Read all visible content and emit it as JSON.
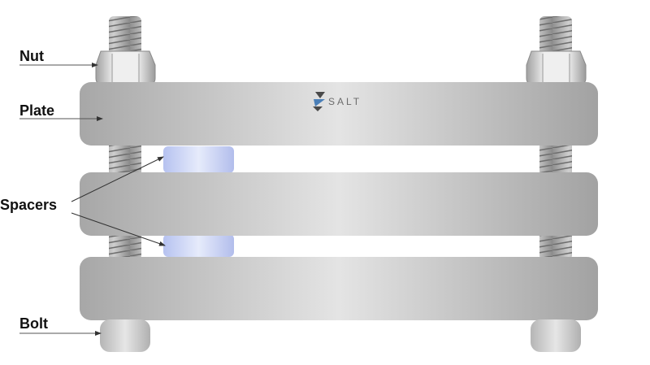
{
  "labels": {
    "nut": "Nut",
    "plate": "Plate",
    "spacers": "Spacers",
    "bolt": "Bolt"
  },
  "logo": {
    "text": "SALT",
    "icon": "salt-logo-icon"
  },
  "colors": {
    "plate": "#c8c8c8",
    "bolt_thread": "#a9a9a9",
    "nut": "#d0d0d0",
    "spacer": "#c9d2f5",
    "leader_line": "#333333",
    "label_text": "#111111"
  }
}
